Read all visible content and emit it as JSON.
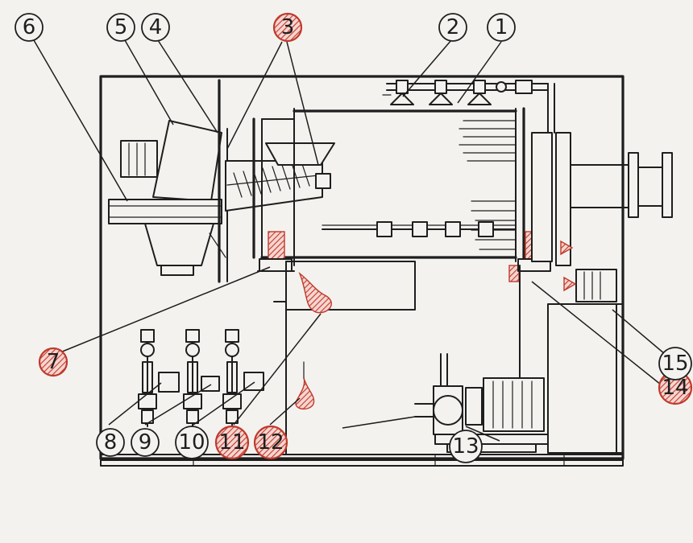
{
  "diagram": {
    "accent_color": "#c0392b",
    "line_color": "#1e1e1e",
    "callouts": [
      {
        "label": "1",
        "highlighted": false
      },
      {
        "label": "2",
        "highlighted": false
      },
      {
        "label": "3",
        "highlighted": true
      },
      {
        "label": "4",
        "highlighted": false
      },
      {
        "label": "5",
        "highlighted": false
      },
      {
        "label": "6",
        "highlighted": false
      },
      {
        "label": "7",
        "highlighted": true
      },
      {
        "label": "8",
        "highlighted": false
      },
      {
        "label": "9",
        "highlighted": false
      },
      {
        "label": "10",
        "highlighted": false
      },
      {
        "label": "11",
        "highlighted": true
      },
      {
        "label": "12",
        "highlighted": true
      },
      {
        "label": "13",
        "highlighted": false
      },
      {
        "label": "14",
        "highlighted": true
      },
      {
        "label": "15",
        "highlighted": false
      }
    ]
  }
}
